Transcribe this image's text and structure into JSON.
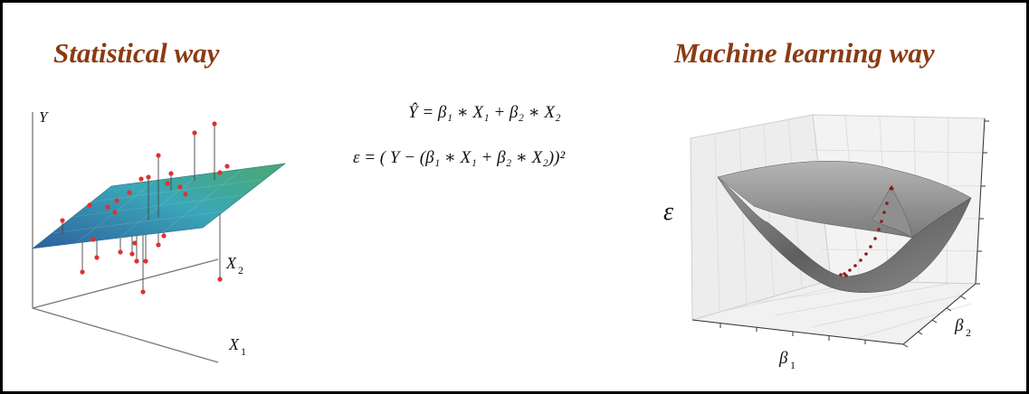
{
  "left_panel": {
    "title": "Statistical way",
    "axis_y": "Y",
    "axis_x2": "X",
    "axis_x2_sub": "2",
    "axis_x1": "X",
    "axis_x1_sub": "1",
    "point_color": "#e0312e",
    "plane_colors": [
      "#2f5f9e",
      "#3aa7b8",
      "#49a86f"
    ]
  },
  "equations": {
    "prediction": "Ŷ = β₁ ∗ X₁ + β₂ ∗ X₂",
    "error": "ε = ( Y − (β₁ ∗ X₁ + β₂ ∗ X₂))²"
  },
  "right_panel": {
    "title": "Machine learning way",
    "axis_vertical": "ε",
    "axis_b1": "β",
    "axis_b1_sub": "1",
    "axis_b2": "β",
    "axis_b2_sub": "2",
    "surface_color": "#6e6e6e",
    "path_color": "#8b1a1a"
  },
  "colors": {
    "title": "#8a3b12",
    "border": "#000000"
  }
}
